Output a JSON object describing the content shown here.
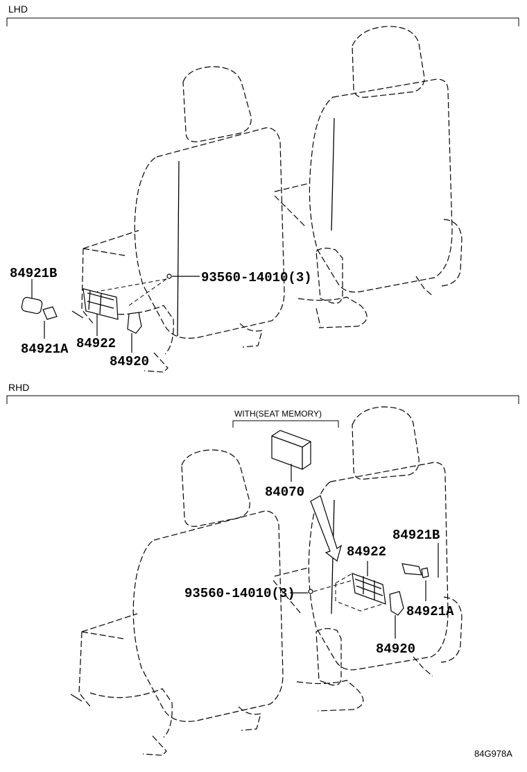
{
  "sections": {
    "lhd": {
      "title": "LHD",
      "parts": {
        "switch_cover_b": "84921B",
        "screw": "93560-14010(3)",
        "switch_cover_a": "84921A",
        "switch_assy": "84922",
        "switch_knob": "84920"
      }
    },
    "rhd": {
      "title": "RHD",
      "note": "WITH(SEAT MEMORY)",
      "parts": {
        "memory_ecu": "84070",
        "switch_assy": "84922",
        "switch_cover_b": "84921B",
        "screw": "93560-14010(3)",
        "switch_cover_a": "84921A",
        "switch_knob": "84920"
      }
    }
  },
  "drawing_code": "84G978A"
}
